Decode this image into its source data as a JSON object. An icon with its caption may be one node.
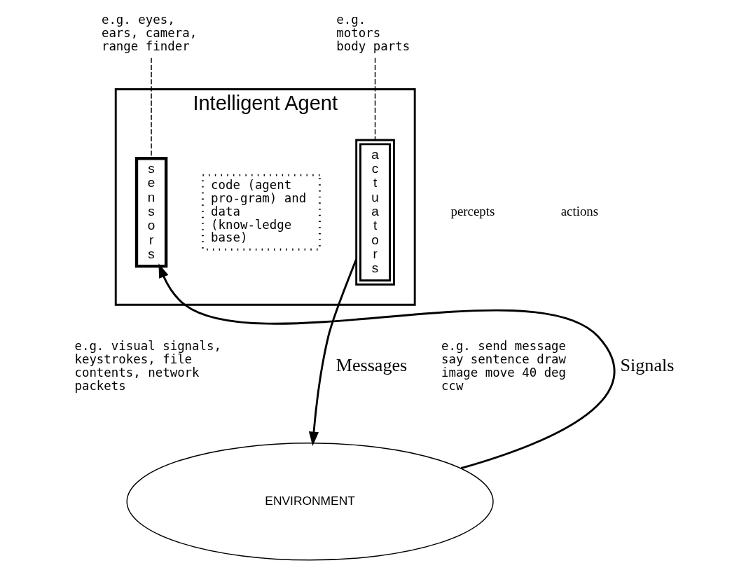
{
  "diagram": {
    "nodes": [
      {
        "text": [
          "Intelligent Agent"
        ]
      },
      {
        "text": [
          "sensors"
        ],
        "in": 0
      },
      {
        "text": [
          "code (agent pro-gram) and data (know-ledge base)"
        ],
        "in": 0
      },
      {
        "text": [
          "actuators"
        ],
        "in": 0
      },
      {
        "text": [
          "e.g. eyes, ears, camera, range finder"
        ]
      },
      {
        "text": [
          "e.g. motors body parts"
        ]
      },
      {
        "text": [
          "ENVIRONMENT"
        ]
      }
    ],
    "edges": [
      {
        "from": 4,
        "to": 1,
        "arrow": "none",
        "style": "dashed"
      },
      {
        "from": 5,
        "to": 3,
        "arrow": "none",
        "style": "dashed"
      },
      {
        "from": 6,
        "to": 1,
        "arrow": "to",
        "label": "Signals"
      },
      {
        "from": 3,
        "to": 6,
        "arrow": "to",
        "label": "Messages"
      }
    ],
    "labels": [
      "percepts",
      "actions",
      "e.g. visual signals, keystrokes, file contents, network packets",
      "e.g. send message say sentence draw image move 40 deg ccw"
    ]
  }
}
